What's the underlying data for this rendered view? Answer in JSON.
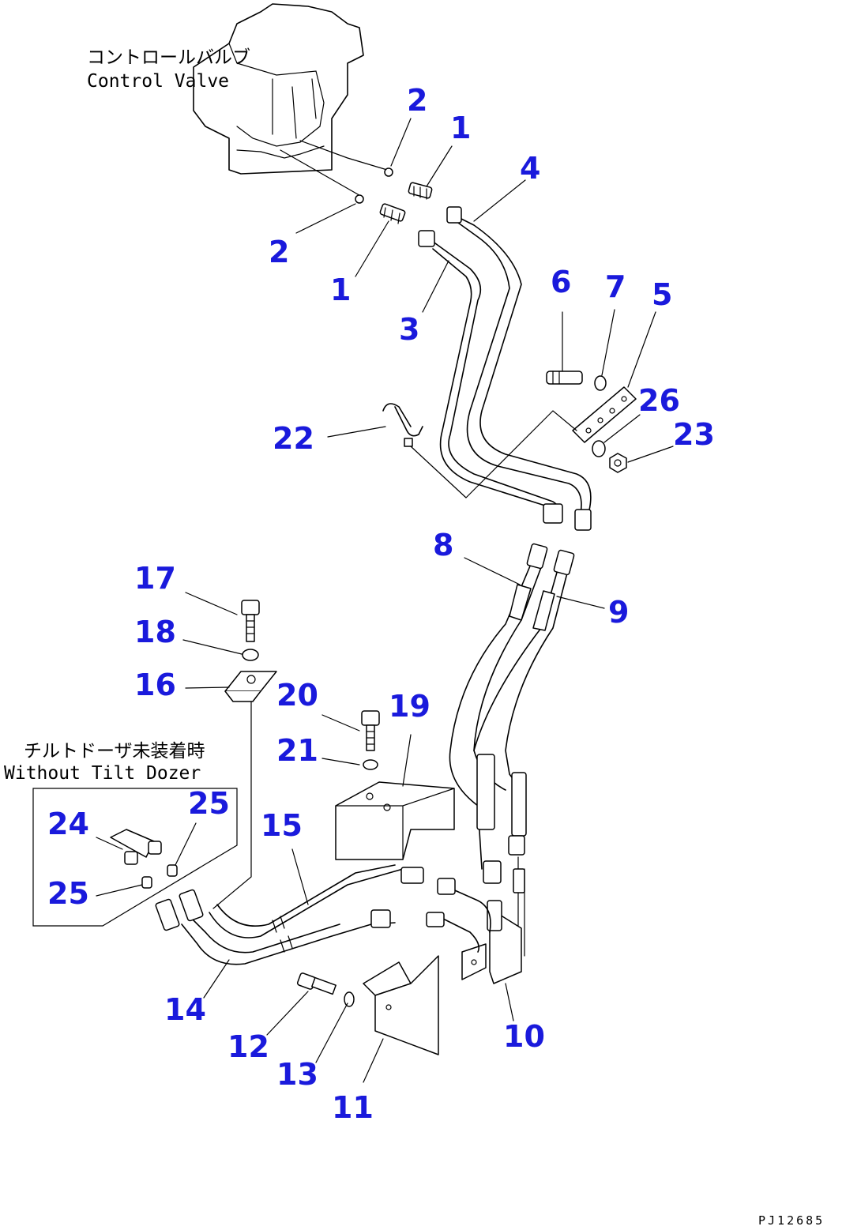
{
  "labels": {
    "control_valve_jp": "コントロールバルブ",
    "control_valve_en": "Control Valve",
    "without_tilt_dozer_jp": "チルトドーザ未装着時",
    "without_tilt_dozer_en": "Without Tilt Dozer"
  },
  "callouts": {
    "c1a": "1",
    "c1b": "1",
    "c2a": "2",
    "c2b": "2",
    "c3": "3",
    "c4": "4",
    "c5": "5",
    "c6": "6",
    "c7": "7",
    "c8": "8",
    "c9": "9",
    "c10": "10",
    "c11": "11",
    "c12": "12",
    "c13": "13",
    "c14": "14",
    "c15": "15",
    "c16": "16",
    "c17": "17",
    "c18": "18",
    "c19": "19",
    "c20": "20",
    "c21": "21",
    "c22": "22",
    "c23": "23",
    "c24": "24",
    "c25a": "25",
    "c25b": "25",
    "c26": "26"
  },
  "drawing_code": "PJ12685",
  "colors": {
    "callout": "#1a1adc",
    "linework": "#000000"
  }
}
